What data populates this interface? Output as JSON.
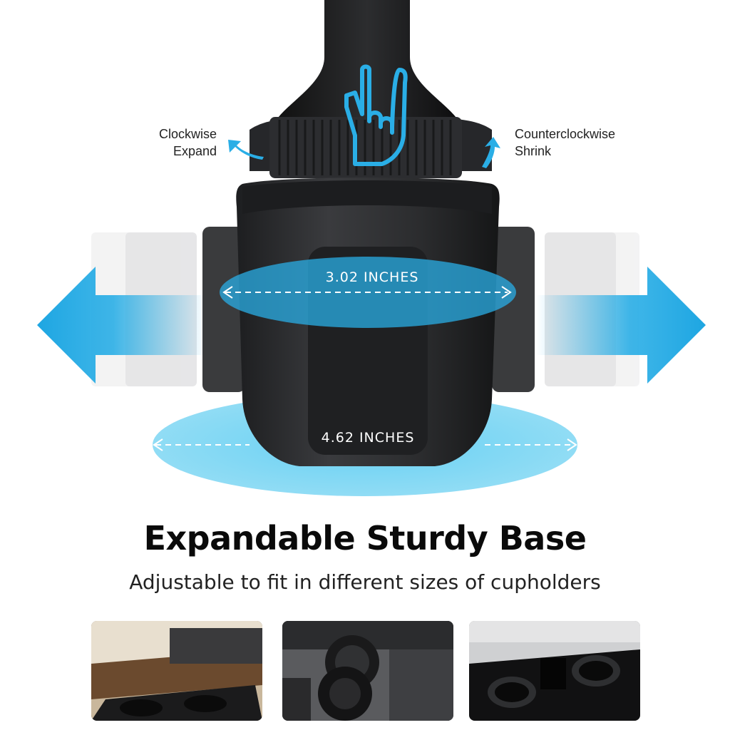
{
  "annotations": {
    "left": {
      "line1": "Clockwise",
      "line2": "Expand"
    },
    "right": {
      "line1": "Counterclockwise",
      "line2": "Shrink"
    }
  },
  "measurements": {
    "top_label": "3.02 INCHES",
    "bottom_label": "4.62 INCHES"
  },
  "headline": "Expandable Sturdy Base",
  "subheadline": "Adjustable to fit in different sizes of cupholders",
  "colors": {
    "accent_blue": "#2aaee6",
    "dark_body": "#2e2f31",
    "text": "#0a0a0a"
  },
  "icons": [
    "hand-pointer-icon",
    "rotate-arrow-icon",
    "expand-arrow-icon"
  ]
}
